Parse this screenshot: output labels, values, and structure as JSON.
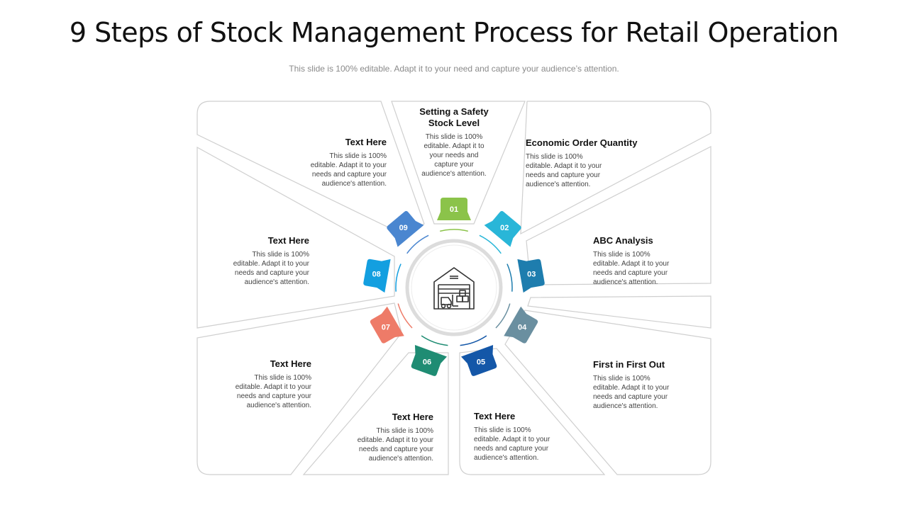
{
  "title": "9 Steps of Stock Management Process for Retail Operation",
  "subtitle": "This slide is 100% editable. Adapt it to your need and capture your audience’s attention.",
  "center_icon": "warehouse-forklift-icon",
  "steps": [
    {
      "num": "01",
      "color": "#8BC34A",
      "heading": "Setting a Safety Stock Level",
      "body": "This slide is 100% editable. Adapt it to your needs and capture your audience's attention."
    },
    {
      "num": "02",
      "color": "#29B6D8",
      "heading": "Economic Order Quantity",
      "body": "This slide is 100% editable. Adapt it to your needs and capture your audience's attention."
    },
    {
      "num": "03",
      "color": "#1E7DAE",
      "heading": "ABC Analysis",
      "body": "This slide is 100% editable. Adapt it to your needs and capture your audience's attention."
    },
    {
      "num": "04",
      "color": "#6A8FA0",
      "heading": "First in First Out",
      "body": "This slide is 100% editable. Adapt it to your needs and capture your audience's attention."
    },
    {
      "num": "05",
      "color": "#1457A8",
      "heading": "Text Here",
      "body": "This slide is 100% editable. Adapt it to your needs and capture your audience's attention."
    },
    {
      "num": "06",
      "color": "#1F8C73",
      "heading": "Text Here",
      "body": "This slide is 100% editable. Adapt it to your needs and capture your audience's attention."
    },
    {
      "num": "07",
      "color": "#EE7B68",
      "heading": "Text Here",
      "body": "This slide is 100% editable. Adapt it to your needs and capture your audience's attention."
    },
    {
      "num": "08",
      "color": "#139FE0",
      "heading": "Text Here",
      "body": "This slide is 100% editable. Adapt it to your needs and capture your audience's attention."
    },
    {
      "num": "09",
      "color": "#4A86D0",
      "heading": "Text Here",
      "body": "This slide is 100% editable. Adapt it to your needs and capture your audience's attention."
    }
  ]
}
